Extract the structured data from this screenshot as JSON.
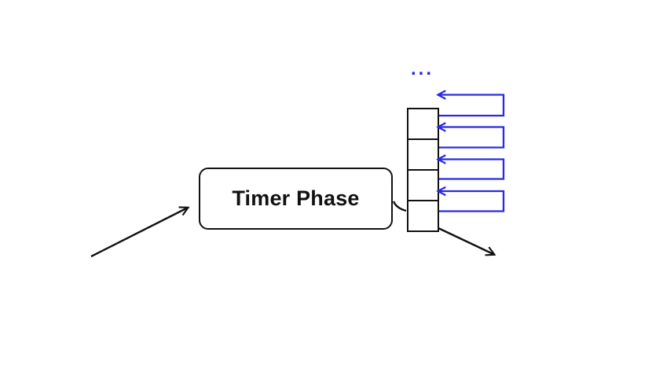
{
  "colors": {
    "background": "#ffffff",
    "stroke": "#111111",
    "accent": "#2a2ae0",
    "node_fill": "#ffffff"
  },
  "diagram": {
    "timer_phase_node": {
      "label": "Timer Phase"
    },
    "callback_queue": {
      "ellipsis": "...",
      "visible_cells": 4,
      "loop_arrow_count": 4
    }
  }
}
